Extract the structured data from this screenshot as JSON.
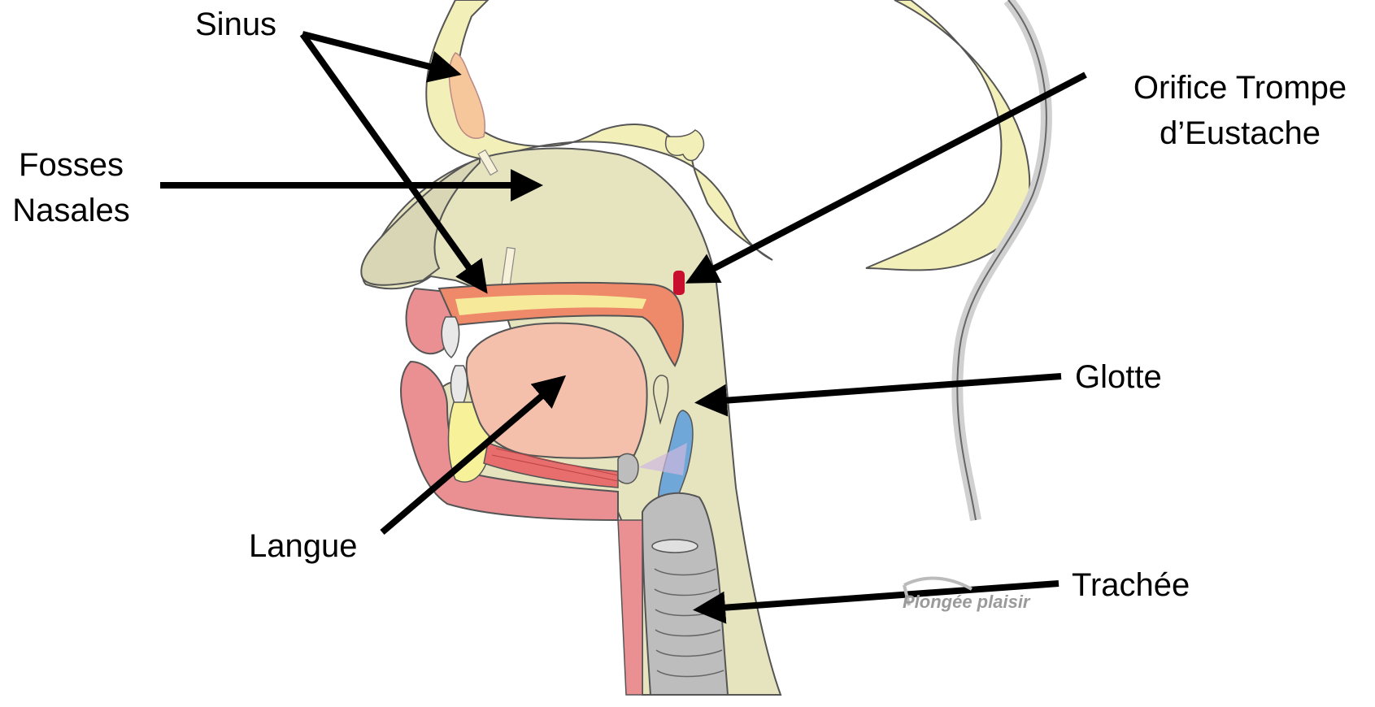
{
  "labels": {
    "sinus": "Sinus",
    "fosses_line1": "Fosses",
    "fosses_line2": "Nasales",
    "orifice_line1": "Orifice Trompe",
    "orifice_line2": "d’Eustache",
    "glotte": "Glotte",
    "langue": "Langue",
    "trachee": "Trachée"
  },
  "watermark": "Plongée plaisir",
  "colors": {
    "skull": "#f3efb8",
    "soft_tissue": "#e6e4bf",
    "outline": "#555555",
    "tongue": "#f4c0ac",
    "lip": "#ea8f92",
    "palate": "#ee8a6a",
    "cartilage": "#bdbdbd",
    "epiglottis_blue": "#6fa8d8",
    "eustachian": "#c8102e",
    "sinus": "#f5c79a",
    "arrow": "#000000"
  }
}
